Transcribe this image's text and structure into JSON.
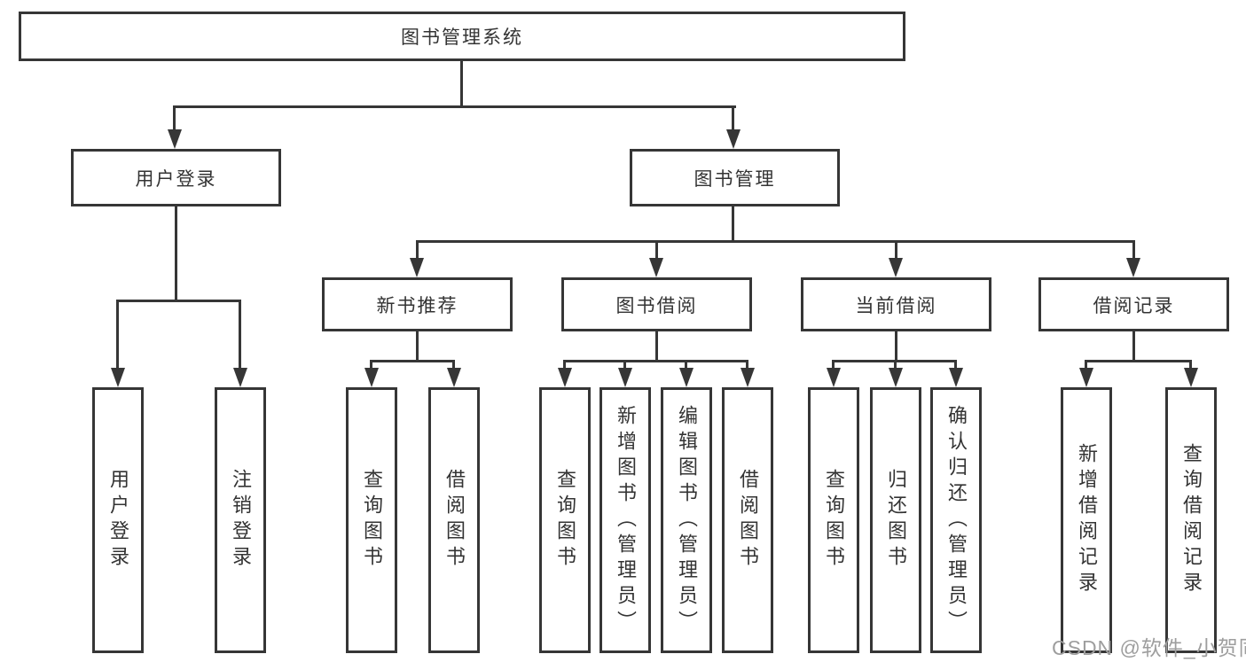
{
  "tree": {
    "label": "图书管理系统",
    "children": [
      {
        "label": "用户登录",
        "children": [
          {
            "label": "用户登录"
          },
          {
            "label": "注销登录"
          }
        ]
      },
      {
        "label": "图书管理",
        "children": [
          {
            "label": "新书推荐",
            "children": [
              {
                "label": "查询图书"
              },
              {
                "label": "借阅图书"
              }
            ]
          },
          {
            "label": "图书借阅",
            "children": [
              {
                "label": "查询图书"
              },
              {
                "label": "新增图书（管理员）"
              },
              {
                "label": "编辑图书（管理员）"
              },
              {
                "label": "借阅图书"
              }
            ]
          },
          {
            "label": "当前借阅",
            "children": [
              {
                "label": "查询图书"
              },
              {
                "label": "归还图书"
              },
              {
                "label": "确认归还（管理员）"
              }
            ]
          },
          {
            "label": "借阅记录",
            "children": [
              {
                "label": "新增借阅记录"
              },
              {
                "label": "查询借阅记录"
              }
            ]
          }
        ]
      }
    ]
  },
  "watermark": {
    "text": "CSDN @软件_小贺同学",
    "color": "#9e9e9e"
  },
  "colors": {
    "line": "#363636",
    "border": "#363636",
    "text": "#333333",
    "background": "#ffffff"
  }
}
